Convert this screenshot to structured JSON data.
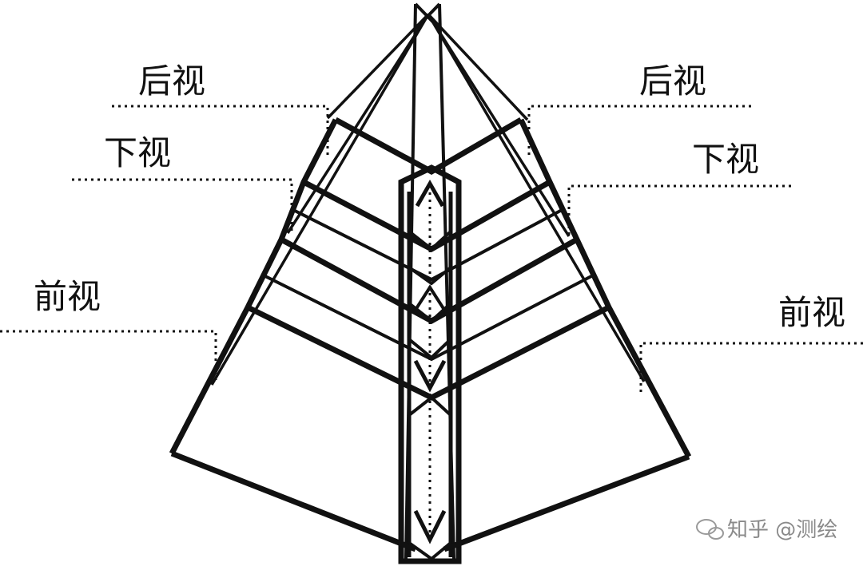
{
  "labels": {
    "rear_left": "后视",
    "rear_right": "后视",
    "down_left": "下视",
    "down_right": "下视",
    "front_left": "前视",
    "front_right": "前视"
  },
  "watermark": {
    "text": "知乎 @测绘",
    "icon": "wechat-icon"
  },
  "colors": {
    "ink": "#111111",
    "watermark": "#8a8a8a"
  }
}
